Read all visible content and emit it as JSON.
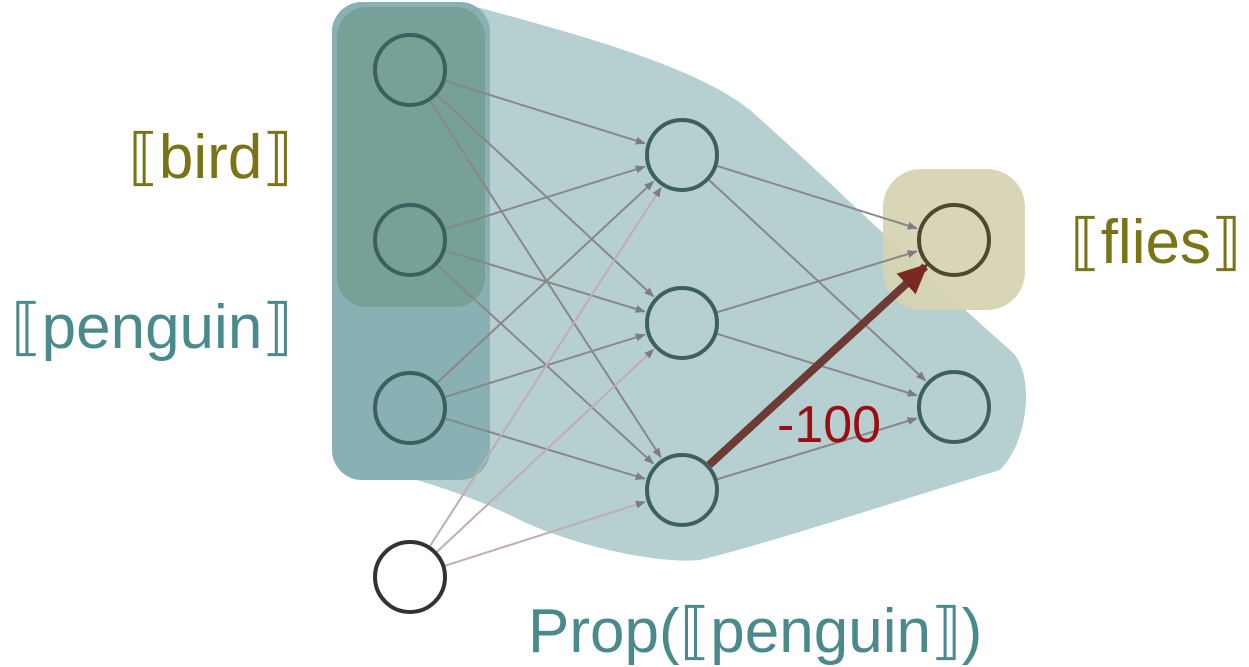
{
  "labels": {
    "bird": "⟦bird⟧",
    "penguin": "⟦penguin⟧",
    "flies": "⟦flies⟧",
    "prop_penguin": "Prop(⟦penguin⟧)",
    "weight": "-100"
  },
  "colors": {
    "bird_text": "#7a7417",
    "penguin_text": "#4b8a8c",
    "prop_text": "#4b8a8c",
    "flies_text": "#7a7417",
    "weight_text": "#9a0e10",
    "prop_region": "#b6cfd1",
    "input_region": "#89b0b2",
    "bird_region": "#76a092",
    "flies_region": "#d6d4b2",
    "node_stroke": "#3c5f5f",
    "bias_stroke": "#333333",
    "edge_gray": "#888888",
    "edge_pink": "#c0aeb0",
    "strong_edge": "#6e3a34"
  },
  "diagram": {
    "nodes": [
      {
        "id": "input-1",
        "role": "input"
      },
      {
        "id": "input-2",
        "role": "input"
      },
      {
        "id": "input-3",
        "role": "input"
      },
      {
        "id": "bias",
        "role": "bias"
      },
      {
        "id": "hidden-1",
        "role": "hidden"
      },
      {
        "id": "hidden-2",
        "role": "hidden"
      },
      {
        "id": "hidden-3",
        "role": "hidden"
      },
      {
        "id": "output-flies",
        "role": "output"
      },
      {
        "id": "output-2",
        "role": "output"
      }
    ],
    "edges": [
      {
        "from": "input-1",
        "to": "hidden-1"
      },
      {
        "from": "input-1",
        "to": "hidden-2"
      },
      {
        "from": "input-1",
        "to": "hidden-3"
      },
      {
        "from": "input-2",
        "to": "hidden-1"
      },
      {
        "from": "input-2",
        "to": "hidden-2"
      },
      {
        "from": "input-2",
        "to": "hidden-3"
      },
      {
        "from": "input-3",
        "to": "hidden-1"
      },
      {
        "from": "input-3",
        "to": "hidden-2"
      },
      {
        "from": "input-3",
        "to": "hidden-3"
      },
      {
        "from": "bias",
        "to": "hidden-1"
      },
      {
        "from": "bias",
        "to": "hidden-2"
      },
      {
        "from": "bias",
        "to": "hidden-3"
      },
      {
        "from": "hidden-1",
        "to": "output-flies"
      },
      {
        "from": "hidden-1",
        "to": "output-2"
      },
      {
        "from": "hidden-2",
        "to": "output-flies"
      },
      {
        "from": "hidden-2",
        "to": "output-2"
      },
      {
        "from": "hidden-3",
        "to": "output-2"
      },
      {
        "from": "hidden-3",
        "to": "output-flies",
        "weight": -100,
        "strong": true
      }
    ]
  }
}
